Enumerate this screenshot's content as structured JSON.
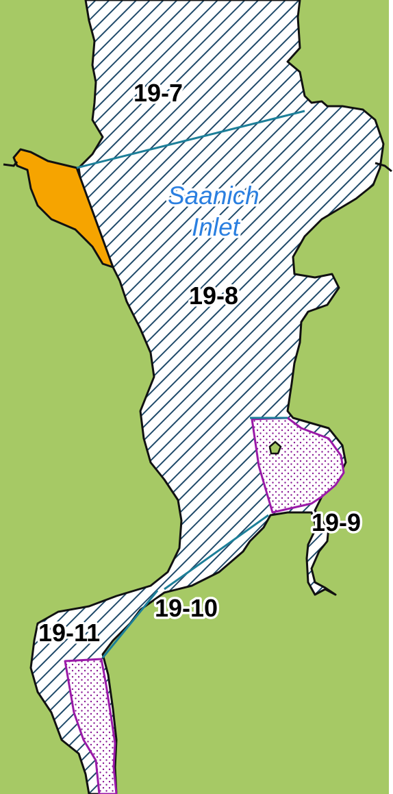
{
  "map": {
    "water_body_name_line1": "Saanich",
    "water_body_name_line2": "Inlet",
    "areas": [
      {
        "id": "19-7",
        "label": "19-7"
      },
      {
        "id": "19-8",
        "label": "19-8"
      },
      {
        "id": "19-9",
        "label": "19-9"
      },
      {
        "id": "19-10",
        "label": "19-10"
      },
      {
        "id": "19-11",
        "label": "19-11"
      }
    ]
  },
  "colors": {
    "land": "#a6c965",
    "water_fill": "#ffffff",
    "water_hatch": "#1f4a6a",
    "coastline": "#111111",
    "boundary_line": "#1d7f99",
    "closed_area_fill": "#f6a400",
    "restricted_area_outline": "#9a1aa8",
    "restricted_area_dots": "#8a1a96",
    "water_name_text": "#2a7fe0"
  }
}
